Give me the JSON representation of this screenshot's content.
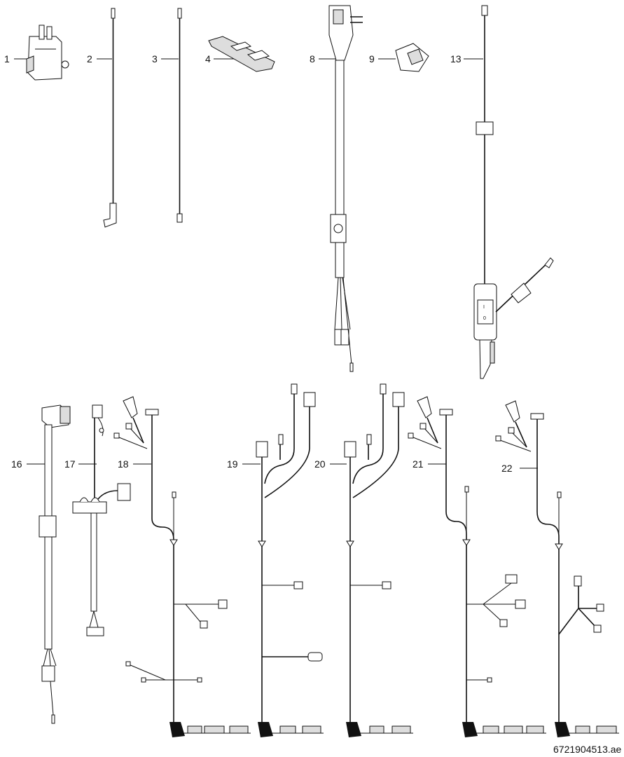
{
  "diagram": {
    "part_labels": [
      "1",
      "2",
      "3",
      "4",
      "8",
      "9",
      "13",
      "16",
      "17",
      "18",
      "19",
      "20",
      "21",
      "22"
    ],
    "switch_marks": {
      "on": "I",
      "off": "0"
    },
    "reference_code": "6721904513.ae"
  }
}
